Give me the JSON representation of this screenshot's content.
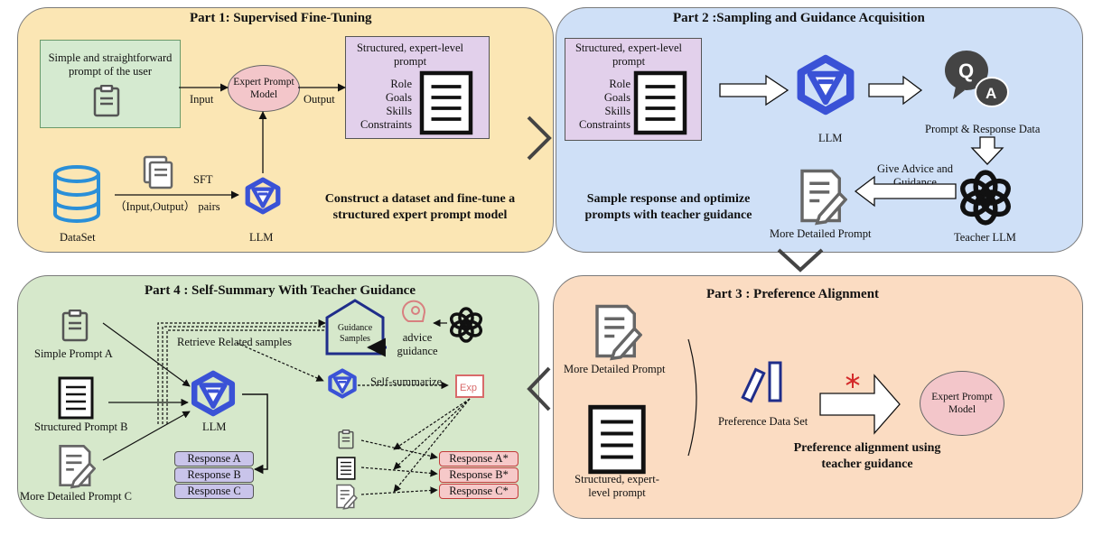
{
  "part1": {
    "title": "Part 1: Supervised Fine-Tuning",
    "user_prompt": "Simple and straightforward prompt of the user",
    "input_label": "Input",
    "model_label": "Expert Prompt Model",
    "output_label": "Output",
    "structured_title": "Structured, expert-level prompt",
    "structured_items": [
      "Role",
      "Goals",
      "Skills",
      "Constraints"
    ],
    "sft_label": "SFT",
    "pairs_label": "（Input,Output） pairs",
    "dataset_label": "DataSet",
    "llm_label": "LLM",
    "caption": "Construct a  dataset and fine-tune a structured expert prompt  model"
  },
  "part2": {
    "title": "Part 2 :Sampling and Guidance Acquisition",
    "structured_title": "Structured, expert-level prompt",
    "structured_items": [
      "Role",
      "Goals",
      "Skills",
      "Constraints"
    ],
    "llm_label": "LLM",
    "qa_label": "Prompt &  Response  Data",
    "advice_label": "Give Advice and Guidance",
    "teacher_label": "Teacher LLM",
    "detailed_label": "More Detailed Prompt",
    "caption": "Sample response and optimize prompts with teacher guidance"
  },
  "part3": {
    "title": "Part 3 : Preference Alignment",
    "detailed_label": "More Detailed Prompt",
    "structured_label": "Structured, expert-level prompt",
    "pref_label": "Preference Data Set",
    "model_label": "Expert Prompt Model",
    "caption": "Preference alignment using teacher guidance"
  },
  "part4": {
    "title": "Part 4 : Self-Summary With Teacher Guidance",
    "prompt_a": "Simple Prompt A",
    "prompt_b": "Structured Prompt B",
    "prompt_c": "More Detailed Prompt C",
    "llm_label": "LLM",
    "retrieve_label": "Retrieve Related samples",
    "guidance_label": "Guidance Samples",
    "advice_label": "advice guidance",
    "self_summarize": "Self-summarize",
    "exp_label": "Exp",
    "responses": [
      "Response A",
      "Response B",
      "Response C"
    ],
    "responses_star": [
      "Response A*",
      "Response B*",
      "Response C*"
    ]
  },
  "colors": {
    "part1_bg": "#fbe6b4",
    "part2_bg": "#cfe0f7",
    "part3_bg": "#fbdcc2",
    "part4_bg": "#d6e8cb",
    "llm_blue": "#3a52d6",
    "model_pink": "#f3c6ca",
    "structured_purple": "#e2d0eb",
    "response_lilac": "#c9c4ea",
    "response_star_pink": "#f6c9c9"
  }
}
